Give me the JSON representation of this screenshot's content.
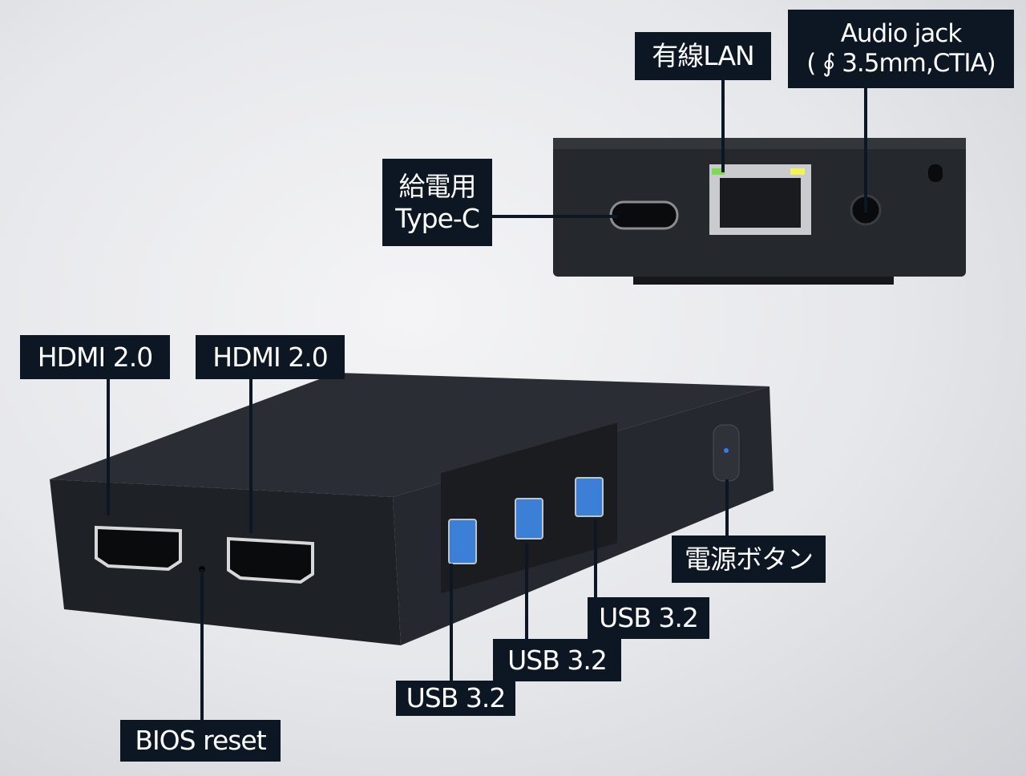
{
  "labels": {
    "lan": "有線LAN",
    "audio_line1": "Audio jack",
    "audio_line2": "( ∮ 3.5mm,CTIA)",
    "power_line1": "給電用",
    "power_line2": "Type-C",
    "hdmi_left": "HDMI 2.0",
    "hdmi_right": "HDMI 2.0",
    "power_button": "電源ボタン",
    "usb_top": "USB 3.2",
    "usb_mid": "USB 3.2",
    "usb_bottom": "USB 3.2",
    "bios_reset": "BIOS reset"
  },
  "colors": {
    "label_bg": "#0d1623",
    "device": "#1e2126",
    "usb_port": "#3b7fd6",
    "power_led": "#2e7bff"
  }
}
